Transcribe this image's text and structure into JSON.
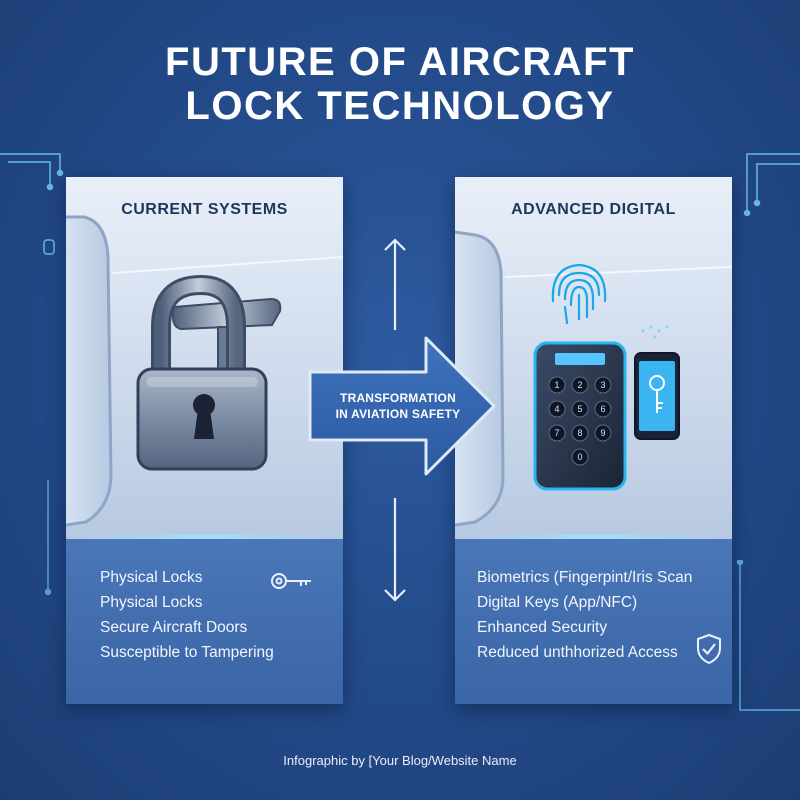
{
  "title": {
    "line1": "FUTURE OF AIRCRAFT",
    "line2": "LOCK TECHNOLOGY"
  },
  "center": {
    "label_line1": "TRANSFORMATION",
    "label_line2": "IN AVIATION SAFETY"
  },
  "panels": {
    "current": {
      "heading": "CURRENT SYSTEMS",
      "items": [
        "Physical Locks",
        "Physical Locks",
        "Secure Aircraft Doors",
        "Susceptible to Tampering"
      ],
      "icons": [
        "padlock-icon",
        "key-icon"
      ]
    },
    "digital": {
      "heading": "ADVANCED DIGITAL",
      "items": [
        "Biometrics (Fingerpint/Iris Scan",
        "Digital Keys (App/NFC)",
        "Enhanced Security",
        "Reduced unthhorized Access"
      ],
      "icons": [
        "fingerprint-icon",
        "keypad-icon",
        "phone-key-icon",
        "shield-check-icon"
      ],
      "keypad_digits": [
        "1",
        "2",
        "3",
        "4",
        "5",
        "6",
        "7",
        "8",
        "9",
        "0"
      ]
    }
  },
  "footer": "Infographic by [Your Blog/Website Name",
  "colors": {
    "background": "#244c8c",
    "panel_bottom": "#3f6cad",
    "accent_glow": "#7fd4ff",
    "heading_text": "#1e3760"
  }
}
